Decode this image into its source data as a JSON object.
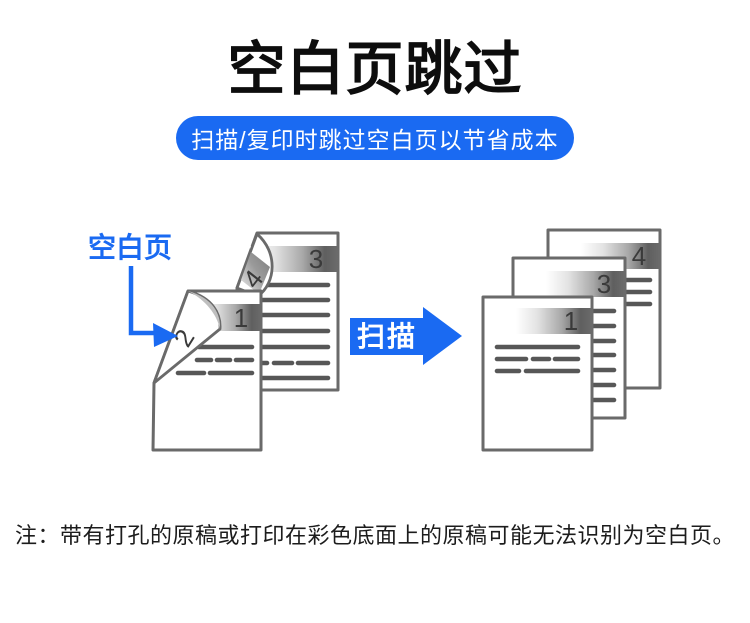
{
  "page": {
    "title": "空白页跳过",
    "subtitle": "扫描/复印时跳过空白页以节省成本",
    "note": "注：带有打孔的原稿或打印在彩色底面上的原稿可能无法识别为空白页。"
  },
  "diagram": {
    "callout_label": "空白页",
    "scan_label": "扫描",
    "before_page_numbers": [
      "1",
      "2",
      "3",
      "4"
    ],
    "after_page_numbers": [
      "1",
      "3",
      "4"
    ]
  },
  "colors": {
    "accent_blue": "#1a6af2",
    "page_outline_gray": "#6a6a6a",
    "text_line_gray": "#575757",
    "title_black": "#0d0d0d"
  }
}
